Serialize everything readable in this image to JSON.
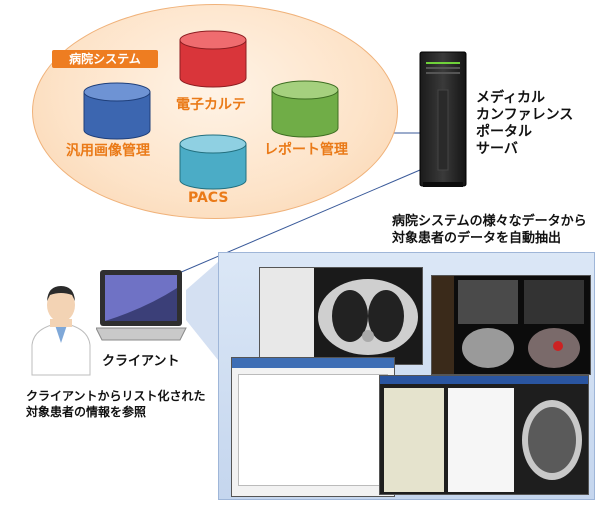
{
  "hospital_system": {
    "badge": "病院システム",
    "databases": [
      {
        "label": "電子カルテ",
        "color": "#d9353a"
      },
      {
        "label": "汎用画像管理",
        "color": "#3c66b0"
      },
      {
        "label": "レポート管理",
        "color": "#70ad47"
      },
      {
        "label": "PACS",
        "color": "#4bacc6"
      }
    ]
  },
  "server": {
    "label_lines": [
      "メディカル",
      "カンファレンス",
      "ポータル",
      "サーバ"
    ]
  },
  "extraction_note": {
    "lines": [
      "病院システムの様々なデータから",
      "対象患者のデータを自動抽出"
    ]
  },
  "client": {
    "label": "クライアント",
    "note_lines": [
      "クライアントからリスト化された",
      "対象患者の情報を参照"
    ]
  },
  "colors": {
    "accent_orange": "#ee7d21",
    "panel_blue": "#cfdcf0",
    "connector": "#2f4f8f"
  },
  "icons": {
    "server": "server-tower-icon",
    "laptop": "laptop-icon",
    "doctor": "doctor-icon"
  }
}
